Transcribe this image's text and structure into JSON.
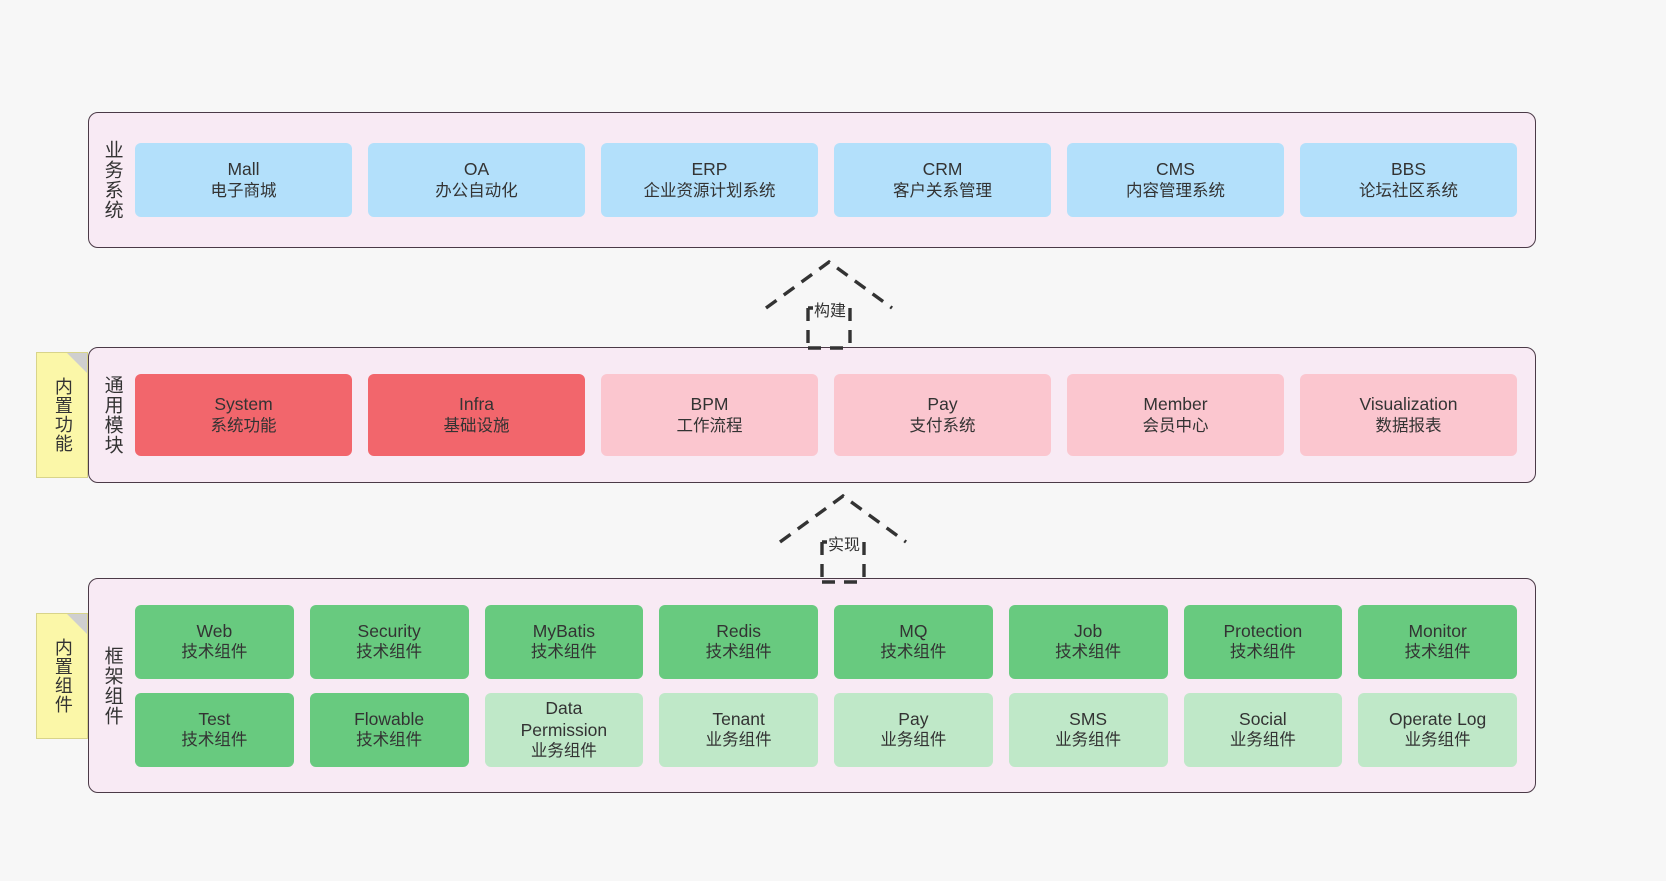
{
  "diagram": {
    "title_vertical_sep": "",
    "layers": [
      {
        "id": "business",
        "title": "业务系统",
        "cards": [
          {
            "t1": "Mall",
            "t2": "电子商城"
          },
          {
            "t1": "OA",
            "t2": "办公自动化"
          },
          {
            "t1": "ERP",
            "t2": "企业资源计划系统"
          },
          {
            "t1": "CRM",
            "t2": "客户关系管理"
          },
          {
            "t1": "CMS",
            "t2": "内容管理系统"
          },
          {
            "t1": "BBS",
            "t2": "论坛社区系统"
          }
        ]
      },
      {
        "id": "modules",
        "title": "通用模块",
        "note": "内置功能",
        "cards": [
          {
            "t1": "System",
            "t2": "系统功能",
            "style": "strong"
          },
          {
            "t1": "Infra",
            "t2": "基础设施",
            "style": "strong"
          },
          {
            "t1": "BPM",
            "t2": "工作流程",
            "style": "light"
          },
          {
            "t1": "Pay",
            "t2": "支付系统",
            "style": "light"
          },
          {
            "t1": "Member",
            "t2": "会员中心",
            "style": "light"
          },
          {
            "t1": "Visualization",
            "t2": "数据报表",
            "style": "light"
          }
        ]
      },
      {
        "id": "framework",
        "title": "框架组件",
        "note": "内置组件",
        "row1": [
          {
            "t1": "Web",
            "t2": "技术组件"
          },
          {
            "t1": "Security",
            "t2": "技术组件"
          },
          {
            "t1": "MyBatis",
            "t2": "技术组件"
          },
          {
            "t1": "Redis",
            "t2": "技术组件"
          },
          {
            "t1": "MQ",
            "t2": "技术组件"
          },
          {
            "t1": "Job",
            "t2": "技术组件"
          },
          {
            "t1": "Protection",
            "t2": "技术组件"
          },
          {
            "t1": "Monitor",
            "t2": "技术组件"
          }
        ],
        "row2": [
          {
            "t1": "Test",
            "t2": "技术组件",
            "style": "tech"
          },
          {
            "t1": "Flowable",
            "t2": "技术组件",
            "style": "tech"
          },
          {
            "t1": "Data Permission",
            "t2": "业务组件",
            "style": "biz"
          },
          {
            "t1": "Tenant",
            "t2": "业务组件",
            "style": "biz"
          },
          {
            "t1": "Pay",
            "t2": "业务组件",
            "style": "biz"
          },
          {
            "t1": "SMS",
            "t2": "业务组件",
            "style": "biz"
          },
          {
            "t1": "Social",
            "t2": "业务组件",
            "style": "biz"
          },
          {
            "t1": "Operate Log",
            "t2": "业务组件",
            "style": "biz"
          }
        ]
      }
    ],
    "arrows": [
      {
        "id": "build",
        "label": "构建"
      },
      {
        "id": "implement",
        "label": "实现"
      }
    ],
    "colors": {
      "background": "#f7f7f7",
      "layer_fill": "#f8eaf4",
      "layer_border": "#4b3a47",
      "business_card": "#b3e0fb",
      "module_strong": "#f2666c",
      "module_light": "#fbc6cf",
      "framework_tech": "#68ca7f",
      "framework_biz": "#bfe8c8",
      "note_fill": "#fbf7a8",
      "text": "#333333"
    }
  }
}
